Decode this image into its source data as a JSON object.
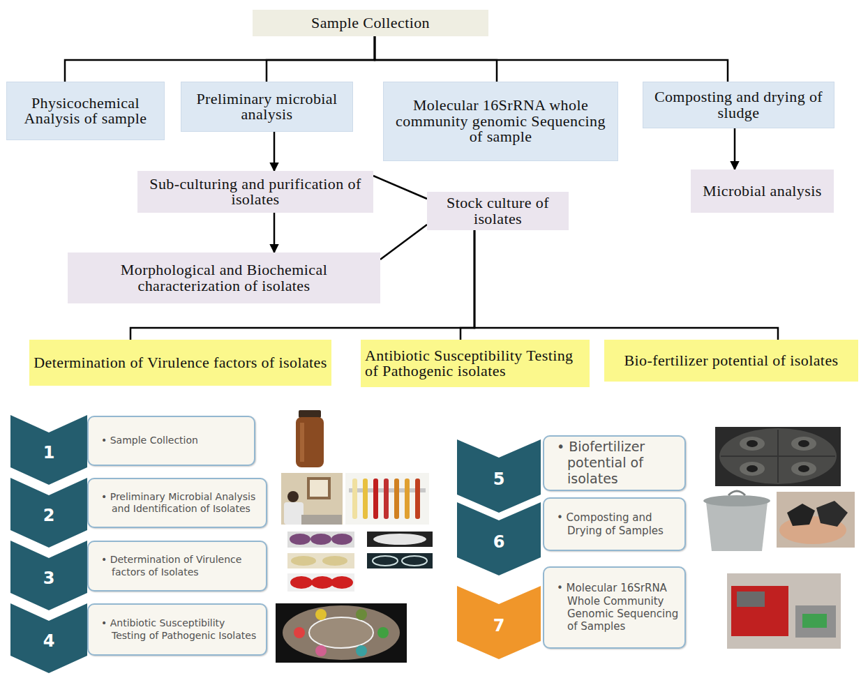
{
  "diagram": {
    "nodes": [
      {
        "text": [
          "Sample Collection"
        ]
      },
      {
        "text": [
          "Physicochemical Analysis of sample"
        ]
      },
      {
        "text": [
          "Preliminary microbial analysis"
        ]
      },
      {
        "text": [
          "Molecular 16SrRNA whole community genomic Sequencing of sample"
        ]
      },
      {
        "text": [
          "Composting and drying of sludge"
        ]
      },
      {
        "text": [
          "Sub-culturing and purification of isolates"
        ]
      },
      {
        "text": [
          "Stock culture of isolates"
        ]
      },
      {
        "text": [
          "Microbial analysis"
        ]
      },
      {
        "text": [
          "Morphological and Biochemical characterization of isolates"
        ]
      },
      {
        "text": [
          "Determination of Virulence factors of isolates"
        ]
      },
      {
        "text": [
          "Antibiotic Susceptibility Testing of Pathogenic isolates"
        ]
      },
      {
        "text": [
          "Bio-fertilizer potential of isolates"
        ]
      },
      {
        "text": [
          "1"
        ]
      },
      {
        "text": [
          "• Sample Collection"
        ]
      },
      {
        "text": [
          "2"
        ]
      },
      {
        "text": [
          "• Preliminary Microbial Analysis and Identification of Isolates"
        ]
      },
      {
        "text": [
          "3"
        ]
      },
      {
        "text": [
          "• Determination of Virulence factors of Isolates"
        ]
      },
      {
        "text": [
          "4"
        ]
      },
      {
        "text": [
          "• Antibiotic Susceptibility Testing of Pathogenic Isolates"
        ]
      },
      {
        "text": [
          "5"
        ]
      },
      {
        "text": [
          "• Biofertilizer potential of isolates"
        ]
      },
      {
        "text": [
          "6"
        ]
      },
      {
        "text": [
          "• Composting and Drying of Samples"
        ]
      },
      {
        "text": [
          "7"
        ]
      },
      {
        "text": [
          "• Molecular 16SrRNA Whole Community Genomic Sequencing of Samples"
        ]
      }
    ],
    "edges": [
      {
        "from": 0,
        "to": 1,
        "arrow": "none"
      },
      {
        "from": 0,
        "to": 2,
        "arrow": "none"
      },
      {
        "from": 0,
        "to": 3,
        "arrow": "none"
      },
      {
        "from": 0,
        "to": 4,
        "arrow": "none"
      },
      {
        "from": 2,
        "to": 5,
        "arrow": "to"
      },
      {
        "from": 4,
        "to": 7,
        "arrow": "to"
      },
      {
        "from": 5,
        "to": 8,
        "arrow": "to"
      },
      {
        "from": 5,
        "to": 6,
        "arrow": "none"
      },
      {
        "from": 8,
        "to": 6,
        "arrow": "none"
      },
      {
        "from": 6,
        "to": 9,
        "arrow": "none"
      },
      {
        "from": 6,
        "to": 10,
        "arrow": "none"
      },
      {
        "from": 6,
        "to": 11,
        "arrow": "none"
      }
    ]
  }
}
